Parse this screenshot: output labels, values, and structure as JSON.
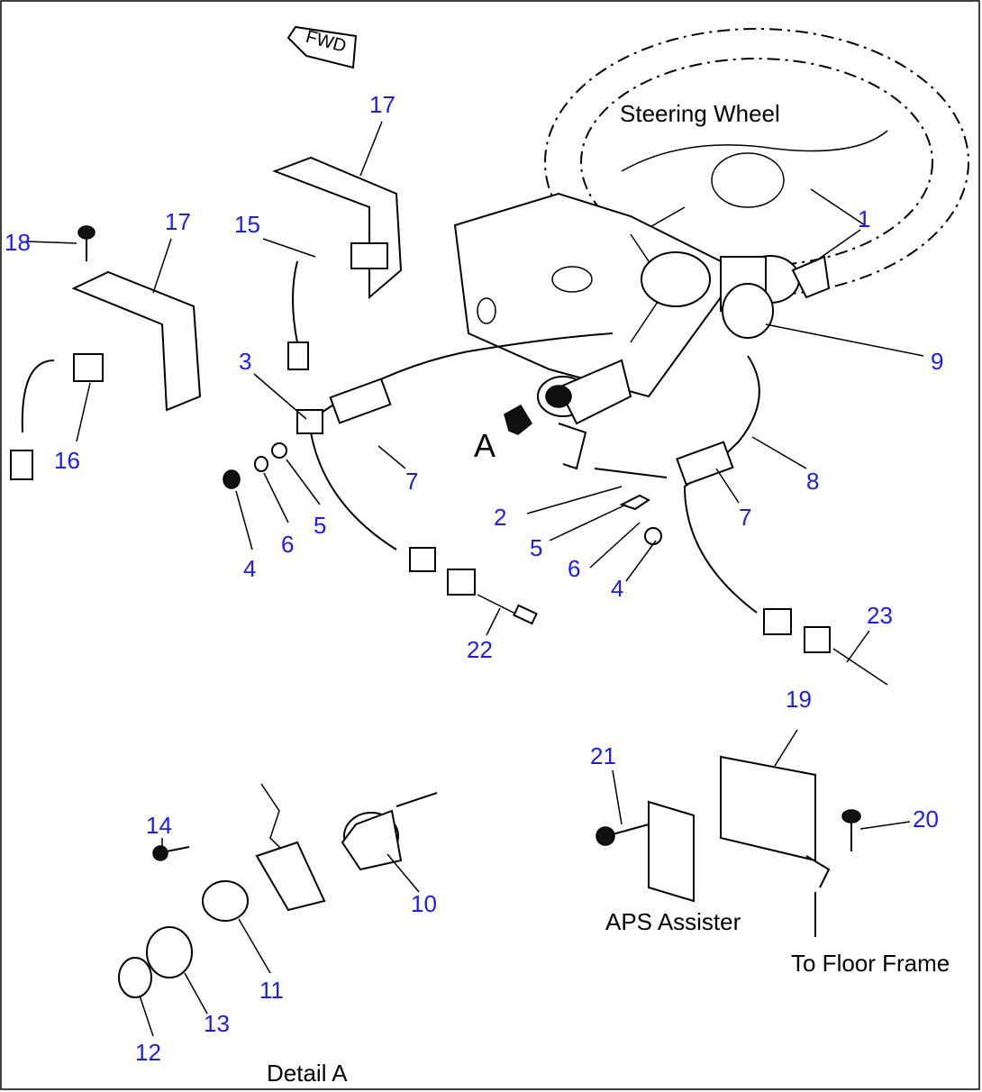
{
  "labels": {
    "steering_wheel": "Steering Wheel",
    "fwd": "FWD",
    "detail_a": "Detail A",
    "aps_assister": "APS Assister",
    "to_floor_frame": "To Floor Frame",
    "view_a": "A"
  },
  "callouts": [
    "1",
    "2",
    "3",
    "4",
    "5",
    "6",
    "7",
    "8",
    "9",
    "10",
    "11",
    "12",
    "13",
    "14",
    "15",
    "16",
    "17",
    "18",
    "19",
    "20",
    "21",
    "22",
    "23"
  ]
}
